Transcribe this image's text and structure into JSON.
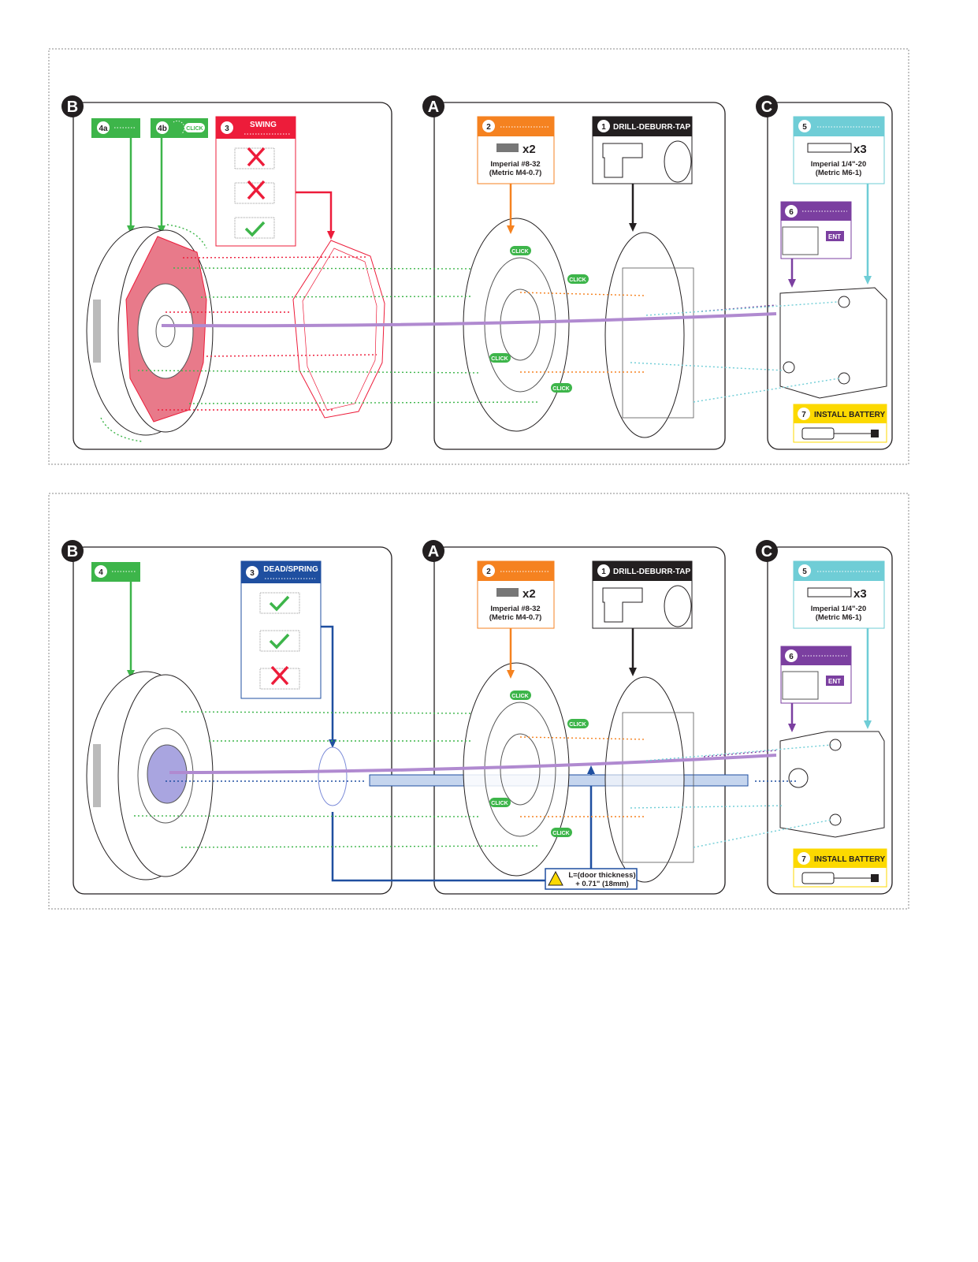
{
  "colors": {
    "green": "#3db54a",
    "orange": "#f58220",
    "red": "#ed1c3a",
    "cyan": "#6fcdd6",
    "purple": "#7b3fa0",
    "blue": "#1f4fa0",
    "yellow": "#fcd900",
    "black": "#231f20"
  },
  "section_letters": {
    "b": "B",
    "a": "A",
    "c": "C"
  },
  "click": "CLICK",
  "panel1": {
    "step4a": {
      "num": "4a"
    },
    "step4b": {
      "num": "4b",
      "badge": "CLICK"
    },
    "step3": {
      "num": "3",
      "title": "SWING"
    },
    "step2": {
      "num": "2",
      "qty": "x2",
      "line1": "Imperial #8-32",
      "line2": "(Metric M4-0.7)"
    },
    "step1": {
      "num": "1",
      "title": "DRILL-DEBURR-TAP"
    },
    "step5": {
      "num": "5",
      "qty": "x3",
      "line1": "Imperial 1/4\"-20",
      "line2": "(Metric M6-1)"
    },
    "step6": {
      "num": "6",
      "badge": "ENT"
    },
    "step7": {
      "num": "7",
      "title": "INSTALL BATTERY"
    }
  },
  "panel2": {
    "step4": {
      "num": "4"
    },
    "step3": {
      "num": "3",
      "title": "DEAD/SPRING"
    },
    "step2": {
      "num": "2",
      "qty": "x2",
      "line1": "Imperial #8-32",
      "line2": "(Metric M4-0.7)"
    },
    "step1": {
      "num": "1",
      "title": "DRILL-DEBURR-TAP"
    },
    "step5": {
      "num": "5",
      "qty": "x3",
      "line1": "Imperial 1/4\"-20",
      "line2": "(Metric M6-1)"
    },
    "step6": {
      "num": "6",
      "badge": "ENT"
    },
    "step7": {
      "num": "7",
      "title": "INSTALL BATTERY"
    },
    "warning": {
      "icon": "warning-triangle-icon",
      "line1": "L=(door thickness)",
      "line2": "+ 0.71\" (18mm)"
    }
  }
}
